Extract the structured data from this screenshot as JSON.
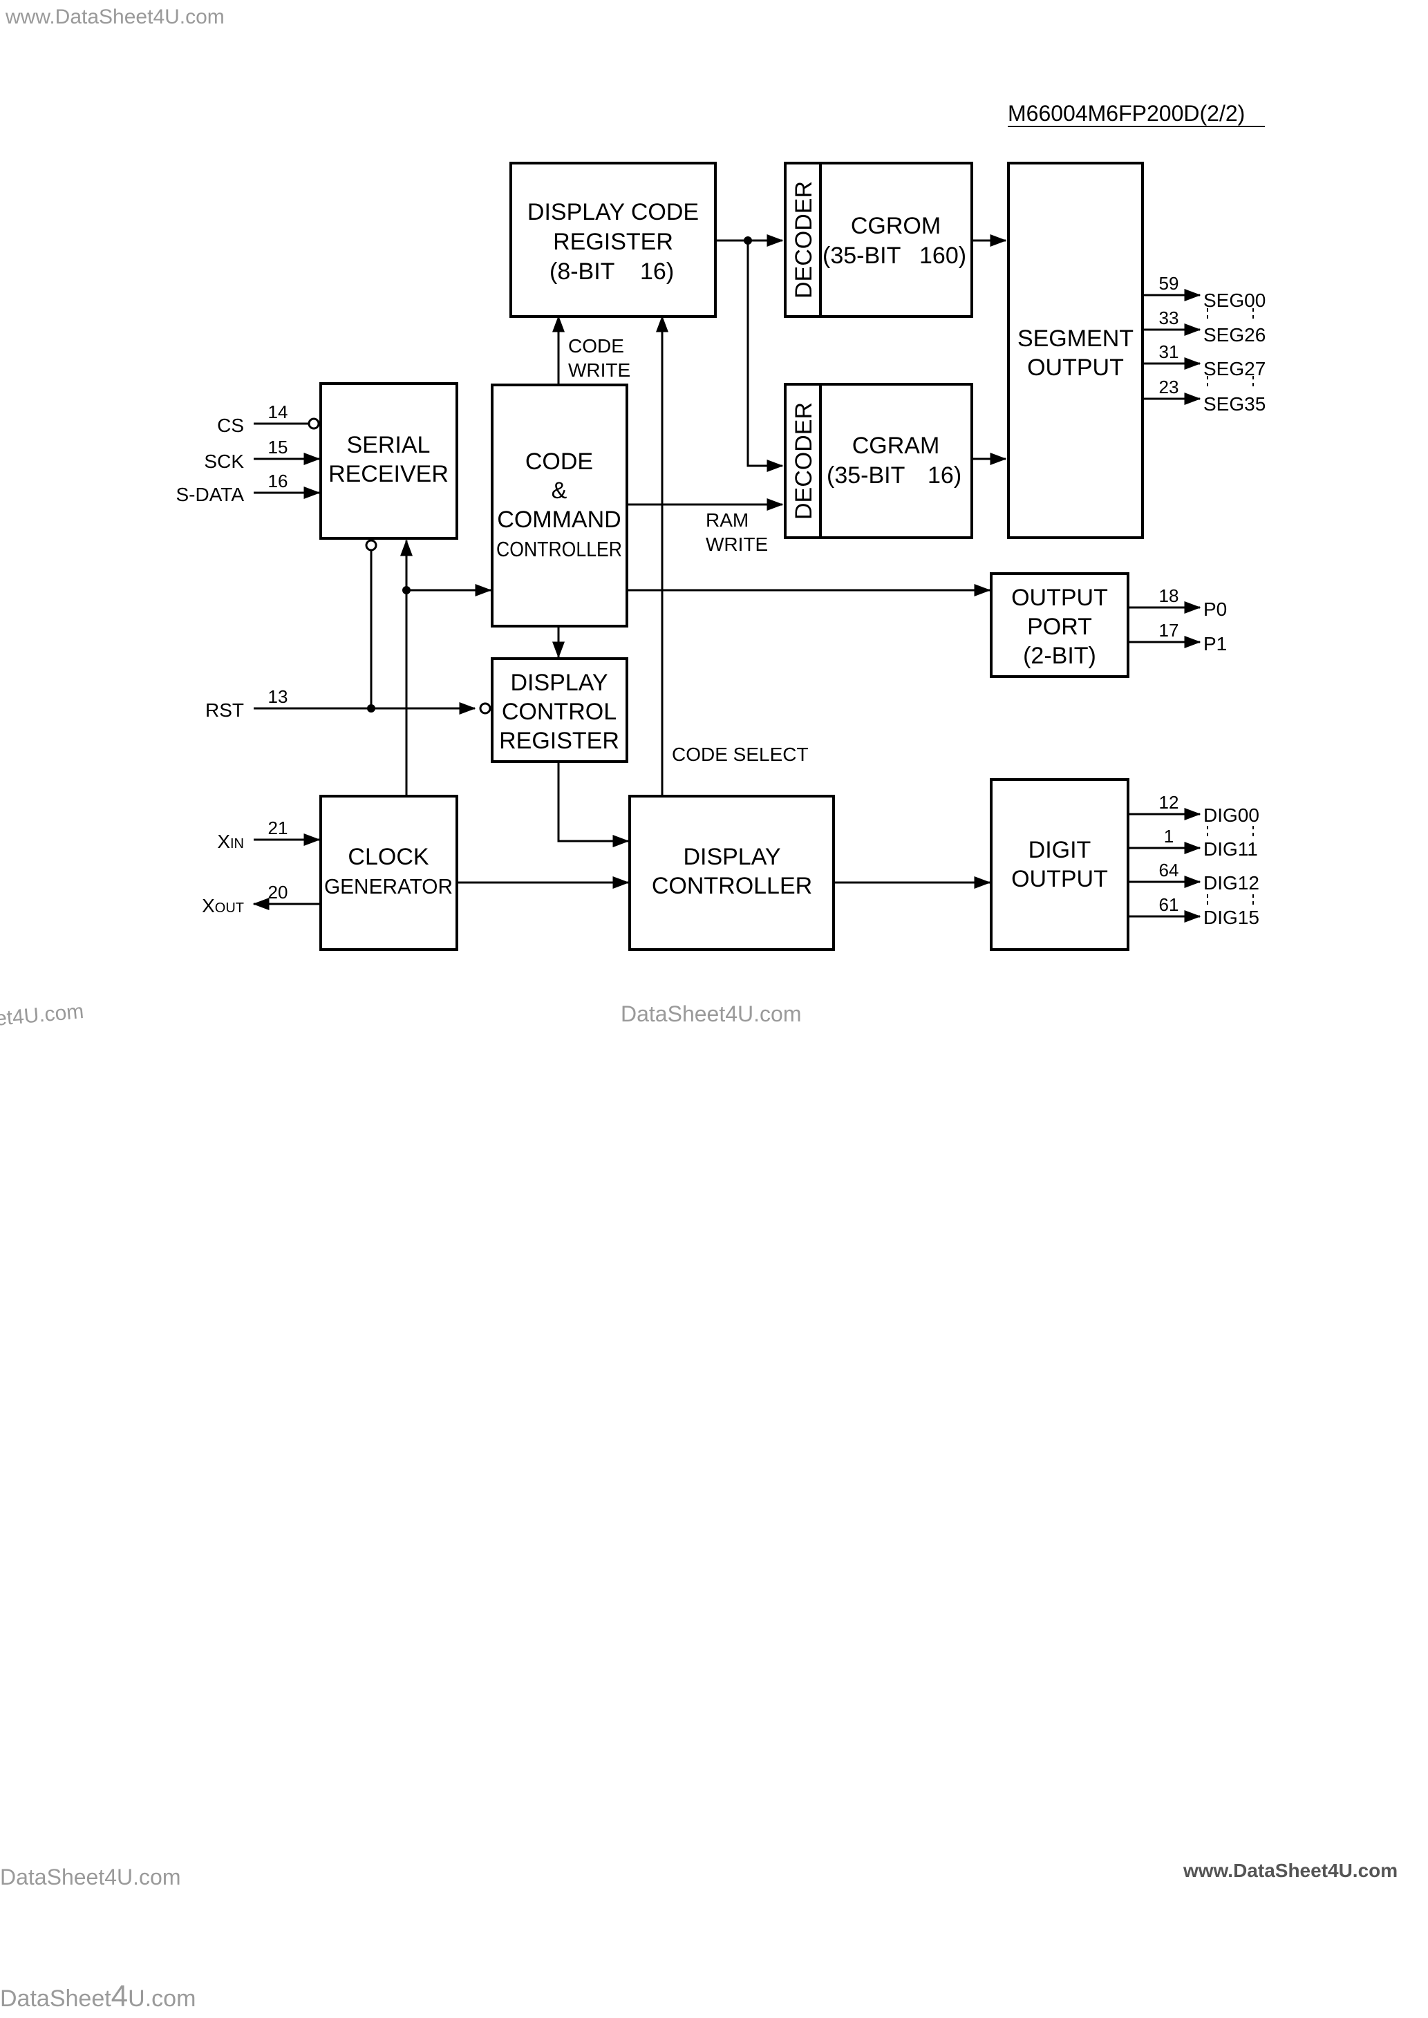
{
  "watermarks": {
    "top_left": "www.DataSheet4U.com",
    "mid_left": "et4U.com",
    "mid_center": "DataSheet4U.com",
    "bottom_left": "DataSheet4U.com",
    "bottom_right": "www.DataSheet4U.com",
    "footer_a": "DataSheet",
    "footer_b": "4",
    "footer_c": "U.com"
  },
  "header": {
    "part_number": "M66004M6FP200D(2/2)"
  },
  "blocks": {
    "display_code_register": [
      "DISPLAY CODE",
      "REGISTER",
      "(8-BIT",
      "16)"
    ],
    "decoder_top": "DECODER",
    "cgrom": [
      "CGROM",
      "(35-BIT",
      "160)"
    ],
    "decoder_bottom": "DECODER",
    "cgram": [
      "CGRAM",
      "(35-BIT",
      "16)"
    ],
    "segment_output": [
      "SEGMENT",
      "OUTPUT"
    ],
    "serial_receiver": [
      "SERIAL",
      "RECEIVER"
    ],
    "code_command_controller": [
      "CODE",
      "&",
      "COMMAND",
      "CONTROLLER"
    ],
    "output_port": [
      "OUTPUT",
      "PORT",
      "(2-BIT)"
    ],
    "display_control_register": [
      "DISPLAY",
      "CONTROL",
      "REGISTER"
    ],
    "clock_generator": [
      "CLOCK",
      "GENERATOR"
    ],
    "display_controller": [
      "DISPLAY",
      "CONTROLLER"
    ],
    "digit_output": [
      "DIGIT",
      "OUTPUT"
    ]
  },
  "signals": {
    "code_write": [
      "CODE",
      "WRITE"
    ],
    "ram_write": [
      "RAM",
      "WRITE"
    ],
    "code_select": "CODE SELECT"
  },
  "inputs": {
    "cs": {
      "name": "CS",
      "pin": "14"
    },
    "sck": {
      "name": "SCK",
      "pin": "15"
    },
    "sdata": {
      "name": "S-DATA",
      "pin": "16"
    },
    "rst": {
      "name": "RST",
      "pin": "13"
    },
    "xin": {
      "name": "X",
      "sub": "IN",
      "pin": "21"
    },
    "xout": {
      "name": "X",
      "sub": "OUT",
      "pin": "20"
    }
  },
  "outputs": {
    "seg00": {
      "name": "SEG00",
      "pin": "59"
    },
    "seg26": {
      "name": "SEG26",
      "pin": "33"
    },
    "seg27": {
      "name": "SEG27",
      "pin": "31"
    },
    "seg35": {
      "name": "SEG35",
      "pin": "23"
    },
    "p0": {
      "name": "P0",
      "pin": "18"
    },
    "p1": {
      "name": "P1",
      "pin": "17"
    },
    "dig00": {
      "name": "DIG00",
      "pin": "12"
    },
    "dig11": {
      "name": "DIG11",
      "pin": "1"
    },
    "dig12": {
      "name": "DIG12",
      "pin": "64"
    },
    "dig15": {
      "name": "DIG15",
      "pin": "61"
    }
  }
}
